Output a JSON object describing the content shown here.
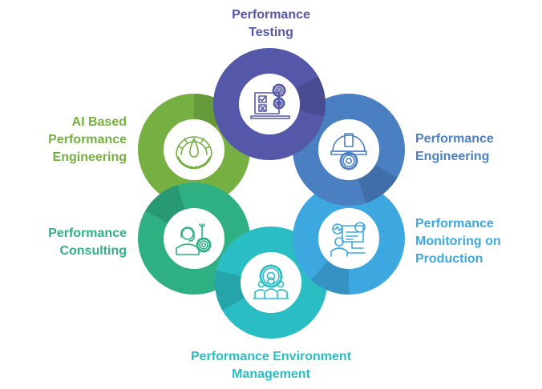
{
  "items": [
    {
      "id": "testing",
      "lines": [
        "Performance",
        "Testing"
      ],
      "color": "#5558a8",
      "icon": "test-checklist-gears-icon"
    },
    {
      "id": "engineering",
      "lines": [
        "Performance",
        "Engineering"
      ],
      "color": "#4a7fc1",
      "icon": "hard-hat-gear-icon"
    },
    {
      "id": "monitoring",
      "lines": [
        "Performance",
        "Monitoring on",
        "Production"
      ],
      "color": "#3da8df",
      "icon": "monitoring-dashboard-icon"
    },
    {
      "id": "environment",
      "lines": [
        "Performance Environment",
        "Management"
      ],
      "color": "#2bbdc4",
      "icon": "team-gear-icon"
    },
    {
      "id": "consulting",
      "lines": [
        "Performance",
        "Consulting"
      ],
      "color": "#2fb083",
      "icon": "consultant-headset-wrench-icon"
    },
    {
      "id": "ai",
      "lines": [
        "AI Based",
        "Performance",
        "Engineering"
      ],
      "color": "#76b043",
      "icon": "gauge-gear-icon"
    }
  ]
}
